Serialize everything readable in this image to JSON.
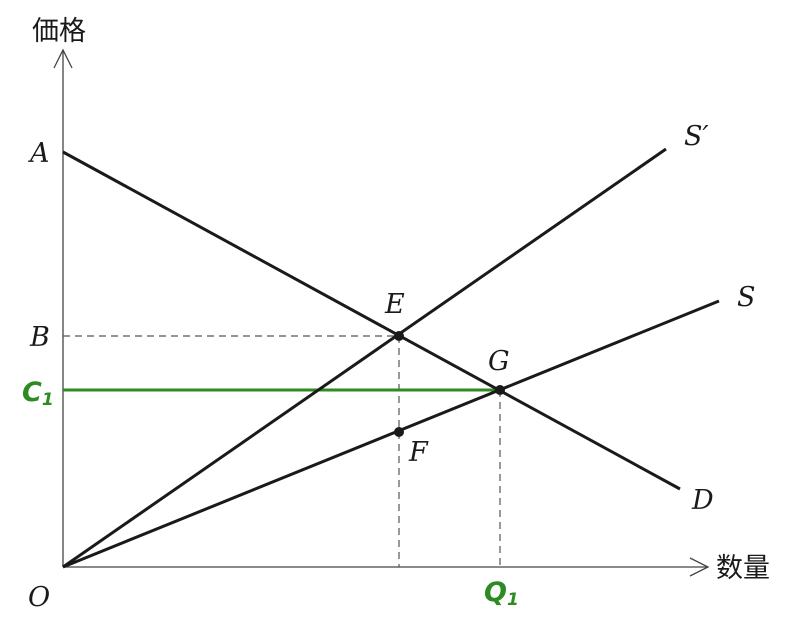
{
  "axes": {
    "y_label": "価格",
    "x_label": "数量",
    "origin": "O"
  },
  "labels": {
    "A": "A",
    "B": "B",
    "C_main": "C",
    "C_sub": "1",
    "E": "E",
    "F": "F",
    "G": "G",
    "S_prime": "S′",
    "S": "S",
    "D": "D",
    "Q_main": "Q",
    "Q_sub": "1"
  },
  "colors": {
    "line": "#1a1a1a",
    "dashed": "#555555",
    "highlight": "#2e8b22"
  }
}
